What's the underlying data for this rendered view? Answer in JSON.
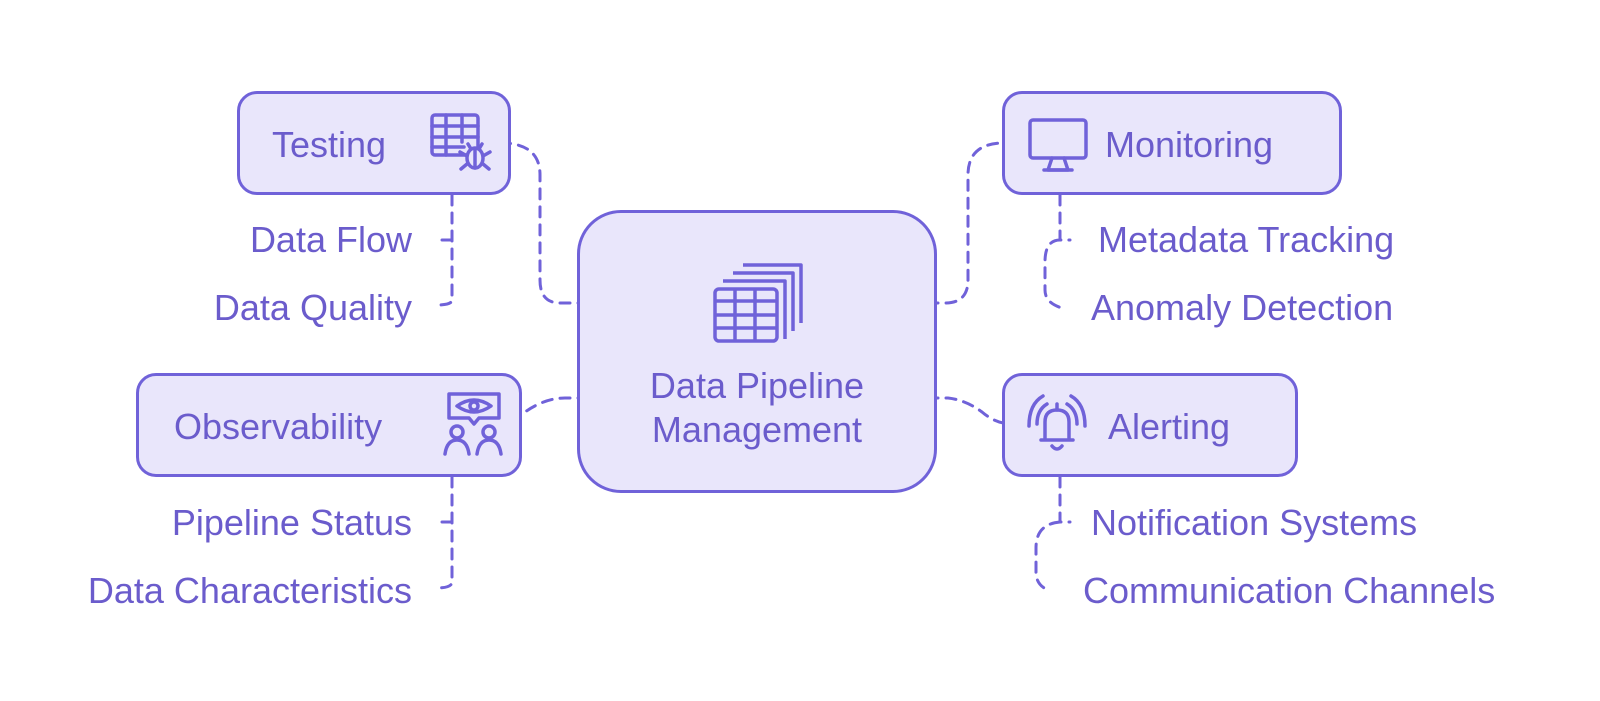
{
  "center": {
    "title_line1": "Data Pipeline",
    "title_line2": "Management",
    "icon": "stacked-table-icon"
  },
  "branches": {
    "testing": {
      "label": "Testing",
      "icon": "table-bug-icon",
      "items": [
        "Data Flow",
        "Data Quality"
      ]
    },
    "observability": {
      "label": "Observability",
      "icon": "eye-people-icon",
      "items": [
        "Pipeline Status",
        "Data Characteristics"
      ]
    },
    "monitoring": {
      "label": "Monitoring",
      "icon": "monitor-icon",
      "items": [
        "Metadata Tracking",
        "Anomaly Detection"
      ]
    },
    "alerting": {
      "label": "Alerting",
      "icon": "alarm-bell-icon",
      "items": [
        "Notification Systems",
        "Communication Channels"
      ]
    }
  },
  "colors": {
    "accent": "#7062d9",
    "text": "#6b5ccc",
    "fill": "#e9e6fb",
    "background": "#ffffff"
  }
}
